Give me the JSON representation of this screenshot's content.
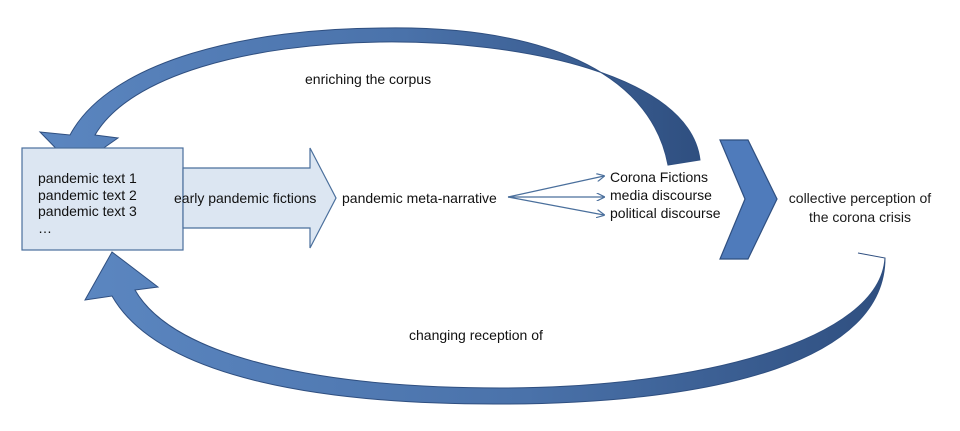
{
  "corpus_box": {
    "items": [
      "pandemic text 1",
      "pandemic text 2",
      "pandemic text 3",
      "…"
    ]
  },
  "early_fictions_arrow": {
    "label": "early pandemic fictions"
  },
  "meta_narrative": {
    "label": "pandemic meta-narrative"
  },
  "discourses": {
    "items": [
      "Corona Fictions",
      "media discourse",
      "political discourse"
    ]
  },
  "perception": {
    "line1": "collective perception of",
    "line2": "the corona crisis"
  },
  "top_loop": {
    "label": "enriching the corpus"
  },
  "bottom_loop": {
    "label": "changing reception of"
  },
  "colors": {
    "box_fill": "#dce6f2",
    "box_stroke": "#4a6f9c",
    "arrow_fill_dark": "#2f4f80",
    "arrow_fill_light": "#5b86c0",
    "chevron_fill": "#4f7bbb",
    "thin_arrow": "#4a6f9c"
  }
}
